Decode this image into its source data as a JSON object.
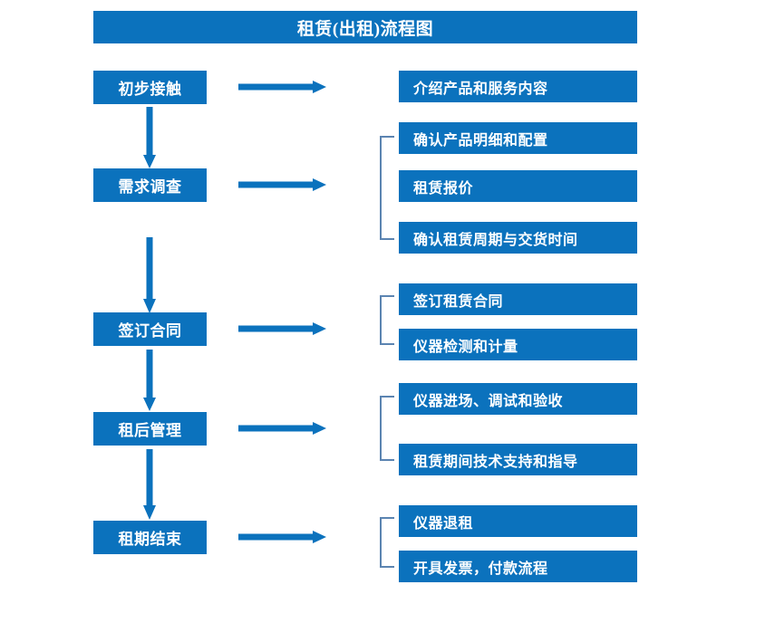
{
  "diagram": {
    "title": "租赁(出租)流程图",
    "theme": {
      "box_fill": "#0b72bd",
      "box_text": "#ffffff",
      "arrow_color": "#0b72bd",
      "bracket_color": "#5b84b1",
      "background": "#ffffff"
    },
    "stages": [
      {
        "label": "初步接触"
      },
      {
        "label": "需求调查"
      },
      {
        "label": "签订合同"
      },
      {
        "label": "租后管理"
      },
      {
        "label": "租期结束"
      }
    ],
    "details": [
      {
        "label": "介绍产品和服务内容"
      },
      {
        "label": "确认产品明细和配置"
      },
      {
        "label": "租赁报价"
      },
      {
        "label": "确认租赁周期与交货时间"
      },
      {
        "label": "签订租赁合同"
      },
      {
        "label": "仪器检测和计量"
      },
      {
        "label": "仪器进场、调试和验收"
      },
      {
        "label": "租赁期间技术支持和指导"
      },
      {
        "label": "仪器退租"
      },
      {
        "label": "开具发票，付款流程"
      }
    ],
    "arrows": {
      "horizontal_count": 5,
      "vertical_count": 4,
      "direction_horizontal": "right",
      "direction_vertical": "down"
    },
    "brackets": {
      "count": 4,
      "groups": [
        [
          "确认产品明细和配置",
          "租赁报价",
          "确认租赁周期与交货时间"
        ],
        [
          "签订租赁合同",
          "仪器检测和计量"
        ],
        [
          "仪器进场、调试和验收",
          "租赁期间技术支持和指导"
        ],
        [
          "仪器退租",
          "开具发票，付款流程"
        ]
      ]
    }
  }
}
